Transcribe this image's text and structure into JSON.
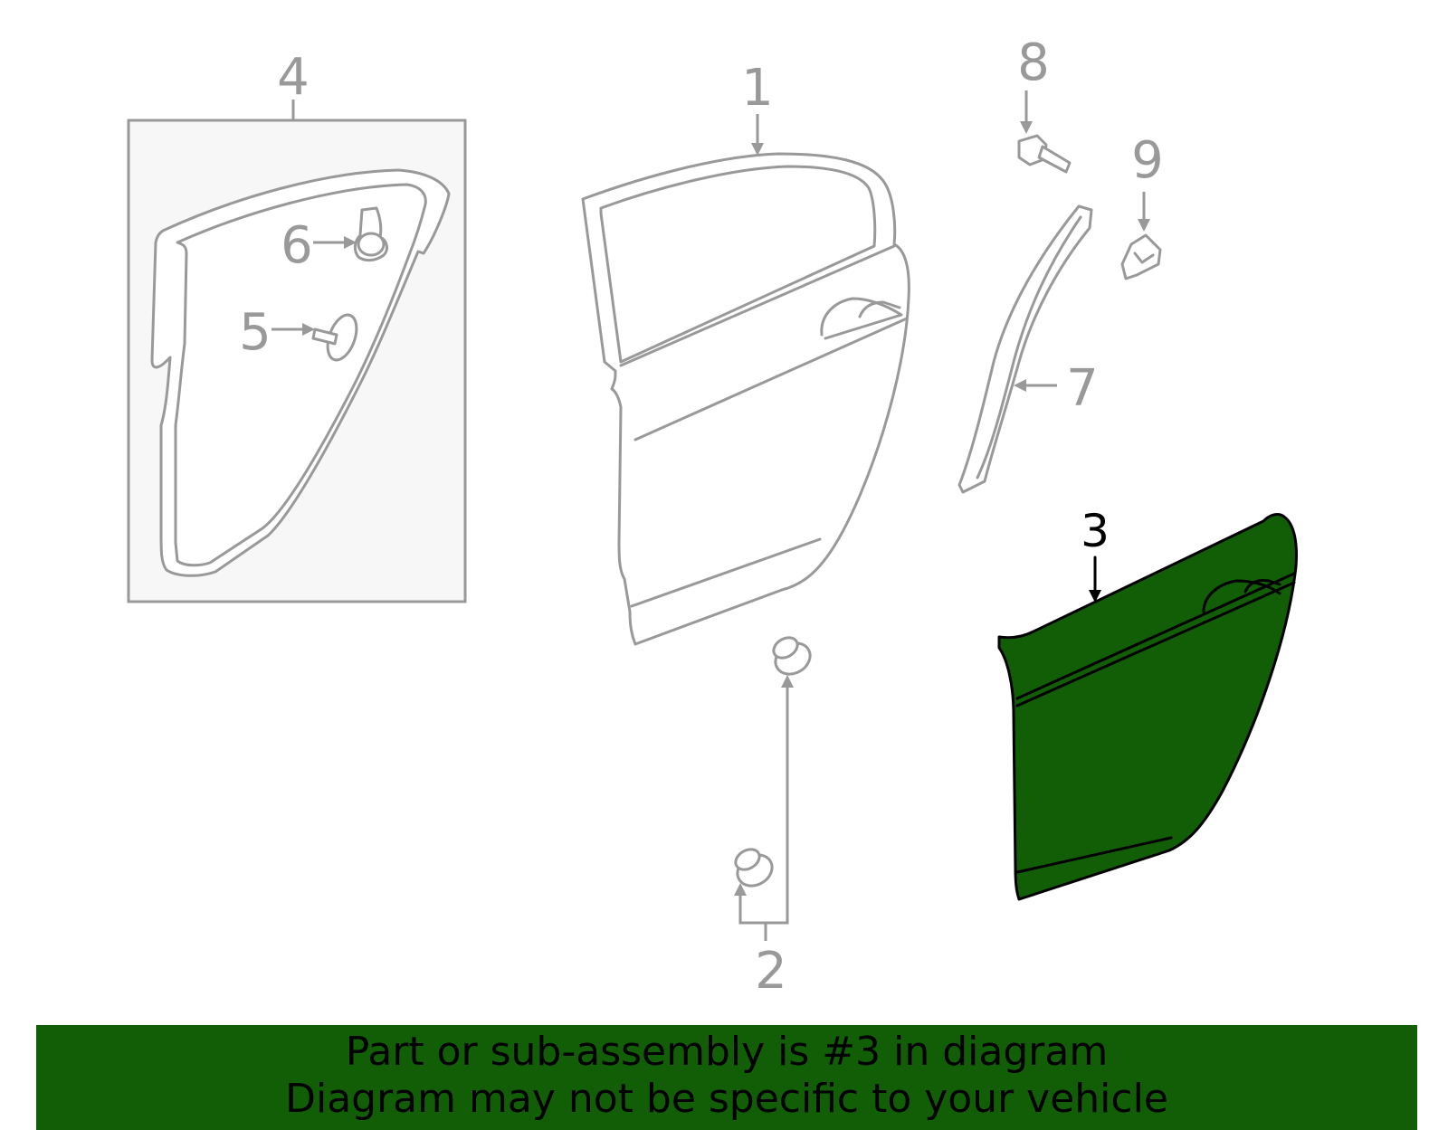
{
  "diagram": {
    "callouts": {
      "c1": "1",
      "c2": "2",
      "c3": "3",
      "c4": "4",
      "c5": "5",
      "c6": "6",
      "c7": "7",
      "c8": "8",
      "c9": "9"
    },
    "highlighted_part": "3",
    "highlight_color": "#115e07",
    "line_color": "#999999",
    "inset_background": "#f7f7f7"
  },
  "banner": {
    "line1": "Part or sub-assembly is #3 in diagram",
    "line2": "Diagram may not be specific to your vehicle",
    "background": "#115e07"
  }
}
